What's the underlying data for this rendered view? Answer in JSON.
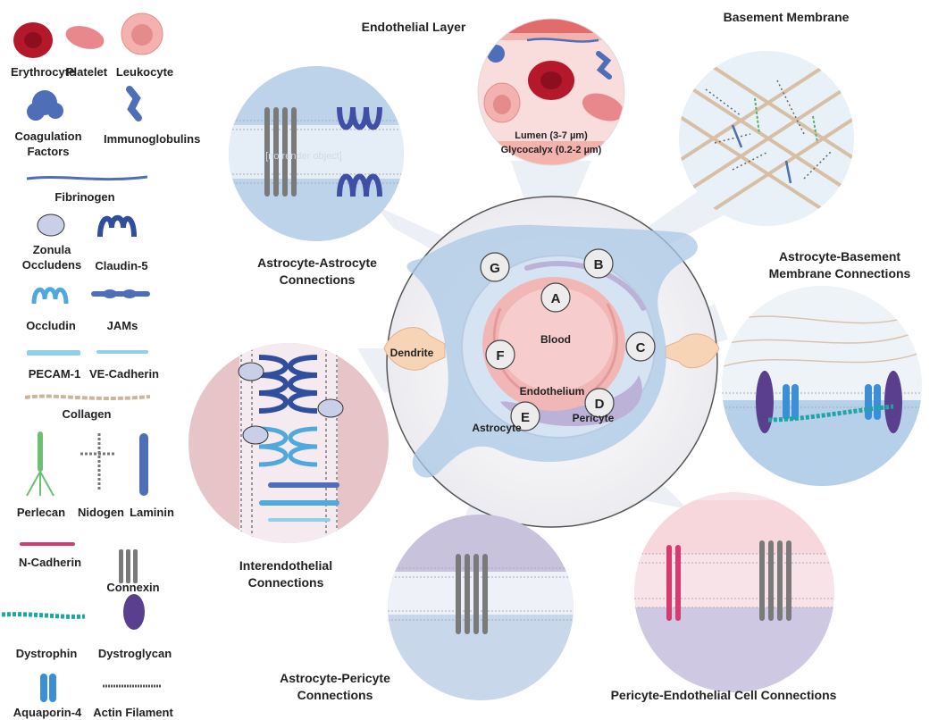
{
  "legend": [
    {
      "name": "erythrocyte",
      "label": "Erythrocyte"
    },
    {
      "name": "platelet",
      "label": "Platelet"
    },
    {
      "name": "leukocyte",
      "label": "Leukocyte"
    },
    {
      "name": "coagulation-factors",
      "label": "Coagulation Factors"
    },
    {
      "name": "immunoglobulins",
      "label": "Immunoglobulins"
    },
    {
      "name": "fibrinogen",
      "label": "Fibrinogen"
    },
    {
      "name": "zonula-occludens",
      "label": "Zonula Occludens"
    },
    {
      "name": "claudin-5",
      "label": "Claudin-5"
    },
    {
      "name": "occludin",
      "label": "Occludin"
    },
    {
      "name": "jams",
      "label": "JAMs"
    },
    {
      "name": "pecam-1",
      "label": "PECAM-1"
    },
    {
      "name": "ve-cadherin",
      "label": "VE-Cadherin"
    },
    {
      "name": "collagen",
      "label": "Collagen"
    },
    {
      "name": "perlecan",
      "label": "Perlecan"
    },
    {
      "name": "nidogen",
      "label": "Nidogen"
    },
    {
      "name": "laminin",
      "label": "Laminin"
    },
    {
      "name": "n-cadherin",
      "label": "N-Cadherin"
    },
    {
      "name": "connexin",
      "label": "Connexin"
    },
    {
      "name": "dystrophin",
      "label": "Dystrophin"
    },
    {
      "name": "dystroglycan",
      "label": "Dystroglycan"
    },
    {
      "name": "aquaporin-4",
      "label": "Aquaporin-4"
    },
    {
      "name": "actin-filament",
      "label": "Actin Filament"
    }
  ],
  "panels": {
    "endothelial_layer": {
      "title": "Endothelial Layer",
      "lumen": "Lumen (3-7 µm)",
      "glycocalyx": "Glycocalyx (0.2-2 µm)"
    },
    "basement_membrane": {
      "title": "Basement Membrane"
    },
    "astrocyte_astrocyte": {
      "title": "Astrocyte-Astrocyte Connections",
      "placeholder": "[no render object]"
    },
    "astrocyte_basement": {
      "title": "Astrocyte-Basement Membrane Connections"
    },
    "interendothelial": {
      "title": "Interendothelial Connections"
    },
    "astrocyte_pericyte": {
      "title": "Astrocyte-Pericyte Connections"
    },
    "pericyte_endothelial": {
      "title": "Pericyte-Endothelial Cell Connections"
    }
  },
  "center": {
    "letters": [
      "A",
      "B",
      "C",
      "D",
      "E",
      "F",
      "G"
    ],
    "blood": "Blood",
    "endothelium": "Endothelium",
    "pericyte": "Pericyte",
    "astrocyte": "Astrocyte",
    "dendrite": "Dendrite"
  },
  "colors": {
    "erythrocyte": "#b5172b",
    "platelet": "#e8888c",
    "leukocyte": "#f3b1b0",
    "protein_blue": "#4e6fb8",
    "claudin": "#2f4e9e",
    "occludin": "#4fa9dc",
    "perlecan": "#6fbf73",
    "ncadherin": "#d63a6e",
    "dystroglycan": "#5a3f8f",
    "dystrophin": "#1ea6a6",
    "collagen": "#cdb59a",
    "astrocyte": "#9ec3e4",
    "pericyte": "#b9b0d6",
    "endothelium": "#f2b8b7"
  }
}
